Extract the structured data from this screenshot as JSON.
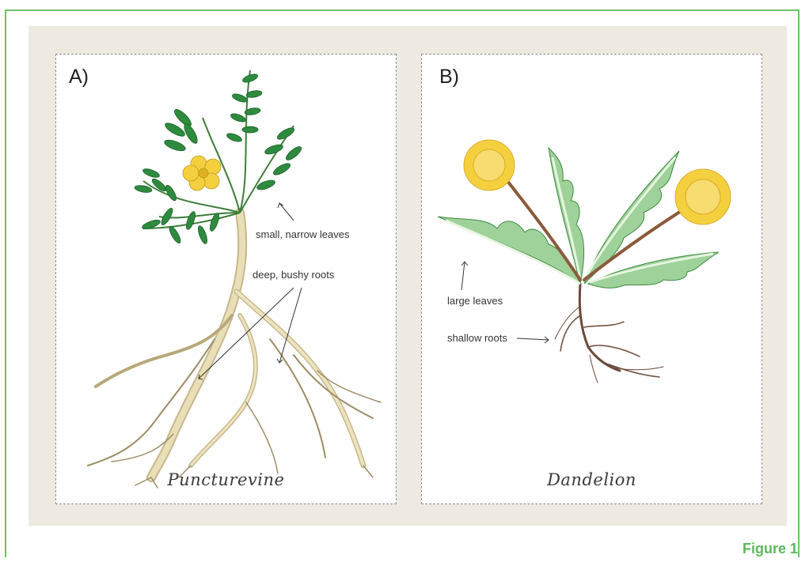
{
  "figure_label": "Figure 1",
  "panel_a": {
    "letter": "A)",
    "title": "Puncturevine",
    "labels": {
      "leaves": "small, narrow leaves",
      "roots": "deep, bushy roots"
    }
  },
  "panel_b": {
    "letter": "B)",
    "title": "Dandelion",
    "labels": {
      "leaves": "large leaves",
      "roots": "shallow roots"
    }
  },
  "colors": {
    "frame": "#6cc266",
    "background": "#eeeae1",
    "leaf_green": "#2e8b3e",
    "light_leaf": "#9fd29a",
    "flower_yellow": "#f4d03f",
    "root_tan": "#d8cfa0",
    "stem_brown": "#8b5a3c"
  }
}
